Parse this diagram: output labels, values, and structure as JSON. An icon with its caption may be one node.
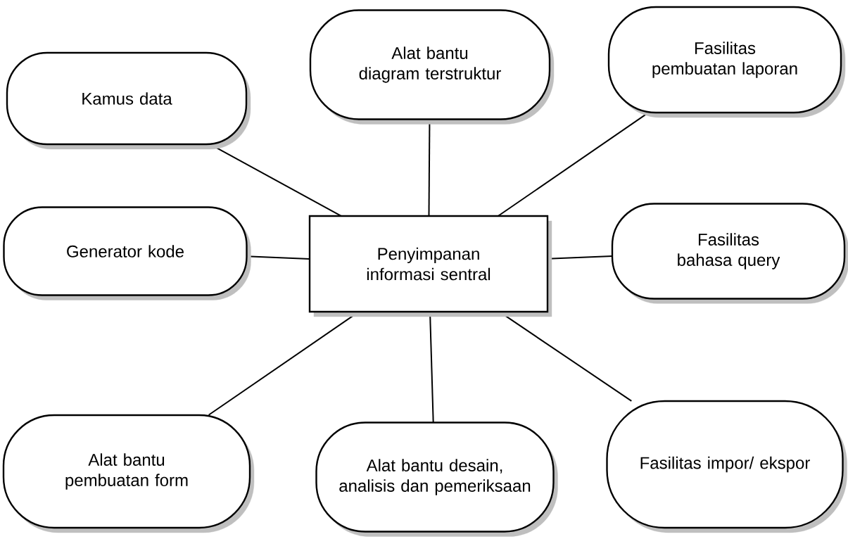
{
  "diagram": {
    "nodes": [
      {
        "text": [
          "Kamus data"
        ]
      },
      {
        "text": [
          "Alat bantu diagram terstruktur"
        ]
      },
      {
        "text": [
          "Fasilitas pembuatan laporan"
        ]
      },
      {
        "text": [
          "Generator kode"
        ]
      },
      {
        "text": [
          "Penyimpanan informasi sentral"
        ]
      },
      {
        "text": [
          "Fasilitas bahasa query"
        ]
      },
      {
        "text": [
          "Alat bantu pembuatan form"
        ]
      },
      {
        "text": [
          "Alat bantu desain, analisis dan pemeriksaan"
        ]
      },
      {
        "text": [
          "Fasilitas impor/ ekspor"
        ]
      }
    ],
    "edges": [
      {
        "from": 4,
        "to": 0,
        "arrow": "none"
      },
      {
        "from": 4,
        "to": 1,
        "arrow": "none"
      },
      {
        "from": 4,
        "to": 2,
        "arrow": "none"
      },
      {
        "from": 4,
        "to": 3,
        "arrow": "none"
      },
      {
        "from": 4,
        "to": 5,
        "arrow": "none"
      },
      {
        "from": 4,
        "to": 6,
        "arrow": "none"
      },
      {
        "from": 4,
        "to": 7,
        "arrow": "none"
      },
      {
        "from": 4,
        "to": 8,
        "arrow": "none"
      }
    ]
  }
}
